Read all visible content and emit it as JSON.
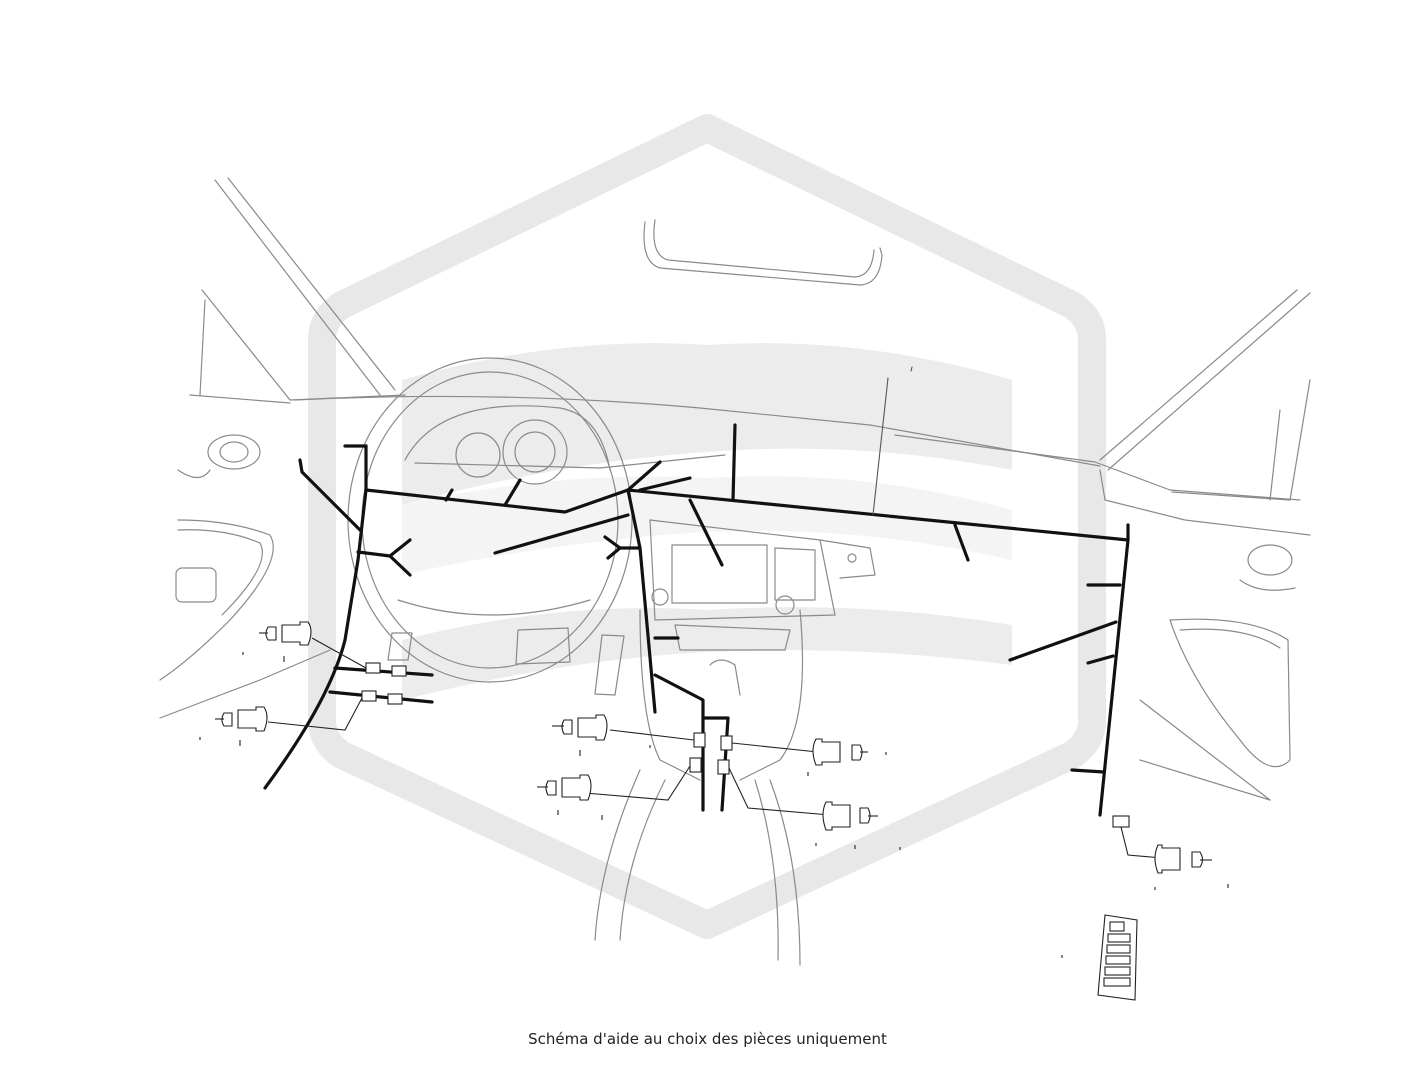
{
  "caption": "Schéma d'aide au choix des pièces uniquement",
  "watermark": {
    "kind": "logo",
    "shape": "hexagon-S",
    "color": "#e6e6e6"
  },
  "colors": {
    "harness": "#111111",
    "outline": "#8a8a8a",
    "background": "#ffffff"
  }
}
